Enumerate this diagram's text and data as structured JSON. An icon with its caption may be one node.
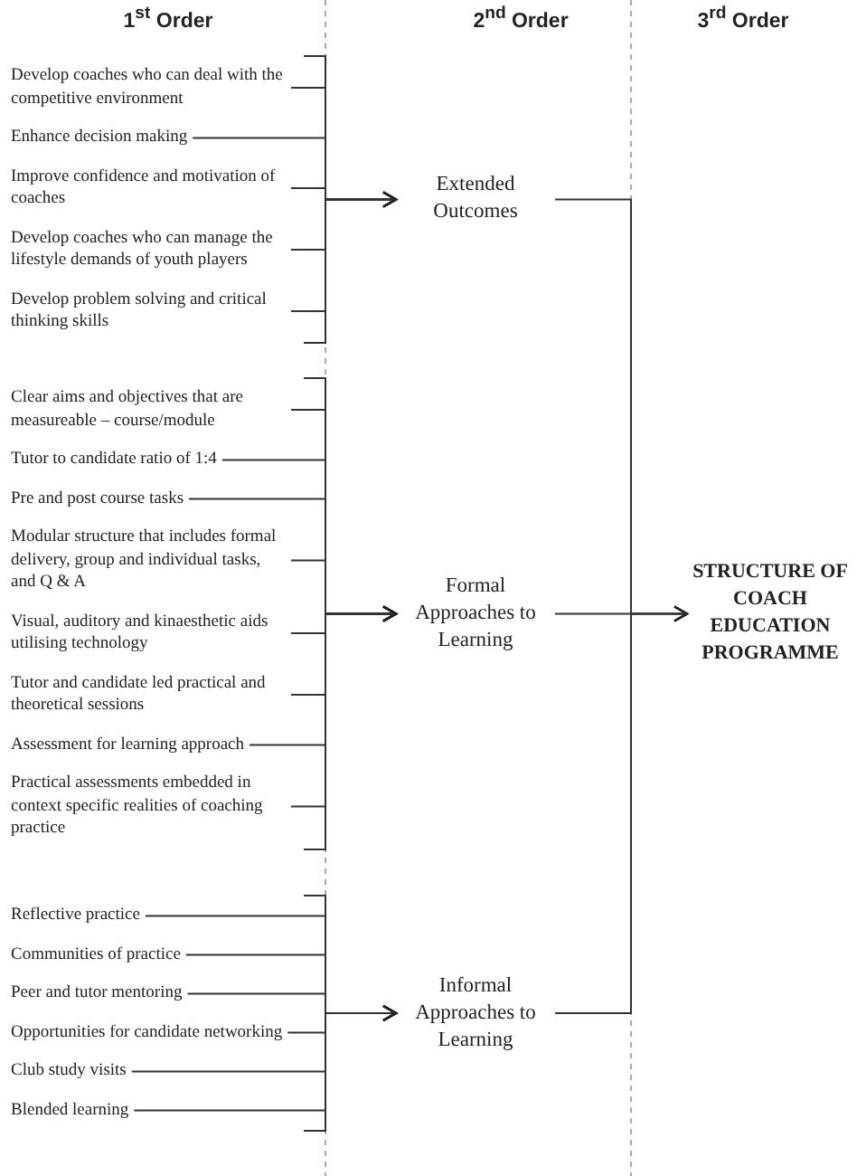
{
  "diagram": {
    "nodes": [
      {
        "text": [
          "Develop coaches who can deal with the competitive environment"
        ]
      },
      {
        "text": [
          "Enhance decision making"
        ]
      },
      {
        "text": [
          "Improve confidence and motivation of coaches"
        ]
      },
      {
        "text": [
          "Develop coaches who can manage the lifestyle demands of youth players"
        ]
      },
      {
        "text": [
          "Develop problem solving and critical thinking skills"
        ]
      },
      {
        "text": [
          "Extended Outcomes"
        ]
      },
      {
        "text": [
          "Clear aims and objectives that are measureable – course/module"
        ]
      },
      {
        "text": [
          "Tutor to candidate ratio of 1:4"
        ]
      },
      {
        "text": [
          "Pre and post course tasks"
        ]
      },
      {
        "text": [
          "Modular structure that includes formal delivery, group and individual tasks, and Q & A"
        ]
      },
      {
        "text": [
          "Visual, auditory and kinaesthetic aids utilising technology"
        ]
      },
      {
        "text": [
          "Tutor and candidate led practical and theoretical sessions"
        ]
      },
      {
        "text": [
          "Assessment for learning approach"
        ]
      },
      {
        "text": [
          "Practical assessments embedded in context specific realities of coaching practice"
        ]
      },
      {
        "text": [
          "Formal Approaches to Learning"
        ]
      },
      {
        "text": [
          "STRUCTURE OF COACH EDUCATION PROGRAMME"
        ]
      },
      {
        "text": [
          "Reflective practice"
        ]
      },
      {
        "text": [
          "Communities of practice"
        ]
      },
      {
        "text": [
          "Peer and tutor mentoring"
        ]
      },
      {
        "text": [
          "Opportunities for candidate networking"
        ]
      },
      {
        "text": [
          "Club study visits"
        ]
      },
      {
        "text": [
          "Blended learning"
        ]
      },
      {
        "text": [
          "Informal Approaches to Learning"
        ]
      }
    ],
    "edges": [
      {
        "from": 0,
        "to": 5,
        "arrow": "to"
      },
      {
        "from": 1,
        "to": 5,
        "arrow": "to"
      },
      {
        "from": 2,
        "to": 5,
        "arrow": "to"
      },
      {
        "from": 3,
        "to": 5,
        "arrow": "to"
      },
      {
        "from": 4,
        "to": 5,
        "arrow": "to"
      },
      {
        "from": 6,
        "to": 14,
        "arrow": "to"
      },
      {
        "from": 7,
        "to": 14,
        "arrow": "to"
      },
      {
        "from": 8,
        "to": 14,
        "arrow": "to"
      },
      {
        "from": 9,
        "to": 14,
        "arrow": "to"
      },
      {
        "from": 10,
        "to": 14,
        "arrow": "to"
      },
      {
        "from": 11,
        "to": 14,
        "arrow": "to"
      },
      {
        "from": 12,
        "to": 14,
        "arrow": "to"
      },
      {
        "from": 13,
        "to": 14,
        "arrow": "to"
      },
      {
        "from": 16,
        "to": 22,
        "arrow": "to"
      },
      {
        "from": 17,
        "to": 22,
        "arrow": "to"
      },
      {
        "from": 18,
        "to": 22,
        "arrow": "to"
      },
      {
        "from": 19,
        "to": 22,
        "arrow": "to"
      },
      {
        "from": 20,
        "to": 22,
        "arrow": "to"
      },
      {
        "from": 21,
        "to": 22,
        "arrow": "to"
      },
      {
        "from": 5,
        "to": 15,
        "arrow": "to"
      },
      {
        "from": 14,
        "to": 15,
        "arrow": "to"
      },
      {
        "from": 22,
        "to": 15,
        "arrow": "to"
      }
    ],
    "labels": [
      "1$^{st}$ Order",
      "2$^{nd}$ Order",
      "3$^{rd}$ Order"
    ]
  }
}
